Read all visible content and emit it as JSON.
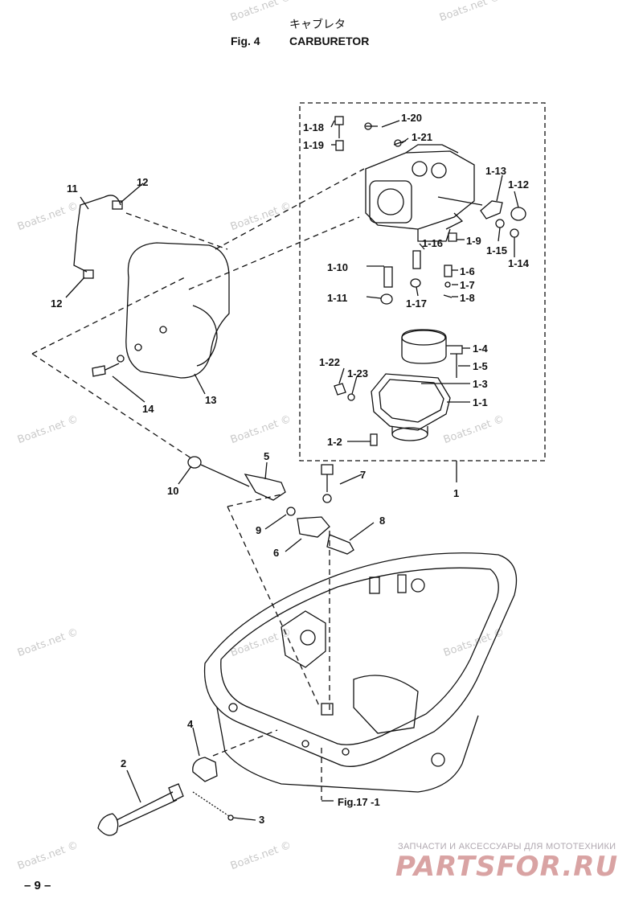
{
  "header": {
    "jp_title": "キャブレタ",
    "fig_no": "Fig. 4",
    "fig_name": "CARBURETOR"
  },
  "watermark": "Boats.net ©",
  "callouts": {
    "c1_20": "1-20",
    "c1_18": "1-18",
    "c1_21": "1-21",
    "c1_19": "1-19",
    "c1_13": "1-13",
    "c1_12": "1-12",
    "c1_16": "1-16",
    "c1_9": "1-9",
    "c1_15": "1-15",
    "c1_14": "1-14",
    "c1_10": "1-10",
    "c1_6": "1-6",
    "c1_7": "1-7",
    "c1_11": "1-11",
    "c1_17": "1-17",
    "c1_8": "1-8",
    "c1_4": "1-4",
    "c1_5": "1-5",
    "c1_22": "1-22",
    "c1_23": "1-23",
    "c1_3": "1-3",
    "c1_1": "1-1",
    "c1_2": "1-2",
    "c1": "1",
    "c2": "2",
    "c3": "3",
    "c4": "4",
    "c5": "5",
    "c6": "6",
    "c7": "7",
    "c8": "8",
    "c9": "9",
    "c10": "10",
    "c11": "11",
    "c12a": "12",
    "c12b": "12",
    "c13": "13",
    "c14": "14",
    "fig17": "Fig.17 -1"
  },
  "footer": {
    "page": "– 9 –",
    "shop_caption": "ЗАПЧАСТИ И АКСЕССУАРЫ ДЛЯ МОТОТЕХНИКИ",
    "shop_logo": "PARTSFOR.RU"
  }
}
